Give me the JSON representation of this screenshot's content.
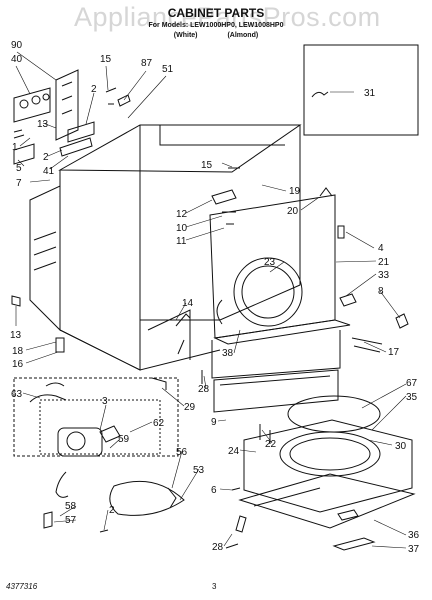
{
  "watermark": "AppliancePartsPros.com",
  "header": {
    "title": "CABINET PARTS",
    "models": "For Models: LEW1000HP0, LEW1008HP0",
    "variant_white": "(White)",
    "variant_almond": "(Almond)"
  },
  "callouts": {
    "c90": "90",
    "c40": "40",
    "c15a": "15",
    "c87": "87",
    "c51": "51",
    "c2a": "2",
    "c13a": "13",
    "c1": "1",
    "c5": "5",
    "c2b": "2",
    "c41": "41",
    "c7": "7",
    "c31": "31",
    "c15b": "15",
    "c19": "19",
    "c20": "20",
    "c12": "12",
    "c10": "10",
    "c11": "11",
    "c4": "4",
    "c21": "21",
    "c23": "23",
    "c33": "33",
    "c8": "8",
    "c14": "14",
    "c13b": "13",
    "c18": "18",
    "c16": "16",
    "c38": "38",
    "c17": "17",
    "c28a": "28",
    "c29": "29",
    "c63": "63",
    "c3": "3",
    "c59": "59",
    "c62": "62",
    "c67": "67",
    "c35": "35",
    "c9": "9",
    "c22": "22",
    "c24": "24",
    "c30": "30",
    "c56": "56",
    "c53": "53",
    "c58": "58",
    "c57": "57",
    "c2c": "2",
    "c6": "6",
    "c36": "36",
    "c28b": "28",
    "c37": "37"
  },
  "footer": {
    "doc_number": "4377316",
    "page": "3"
  }
}
